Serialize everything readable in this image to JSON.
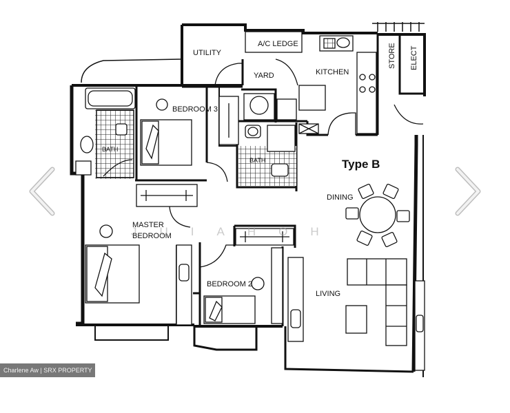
{
  "viewer": {
    "credit": "Charlene Aw | SRX PROPERTY",
    "watermark": "JUIAHOH",
    "prev_icon": "chevron-left-icon",
    "next_icon": "chevron-right-icon"
  },
  "floorplan": {
    "type_label": "Type B",
    "rooms": {
      "utility": "UTILITY",
      "ac_ledge": "A/C LEDGE",
      "yard": "YARD",
      "kitchen": "KITCHEN",
      "store": "STORE",
      "elect": "ELECT",
      "bedroom3": "BEDROOM 3",
      "bath1": "BATH",
      "bath2": "BATH",
      "master_line1": "MASTER",
      "master_line2": "BEDROOM",
      "bedroom2": "BEDROOM 2",
      "dining": "DINING",
      "living": "LIVING"
    }
  },
  "colors": {
    "wall": "#111111",
    "tile": "#222222",
    "arrow": "#e6e6e6",
    "credit_bg": "#5a5a5a"
  }
}
